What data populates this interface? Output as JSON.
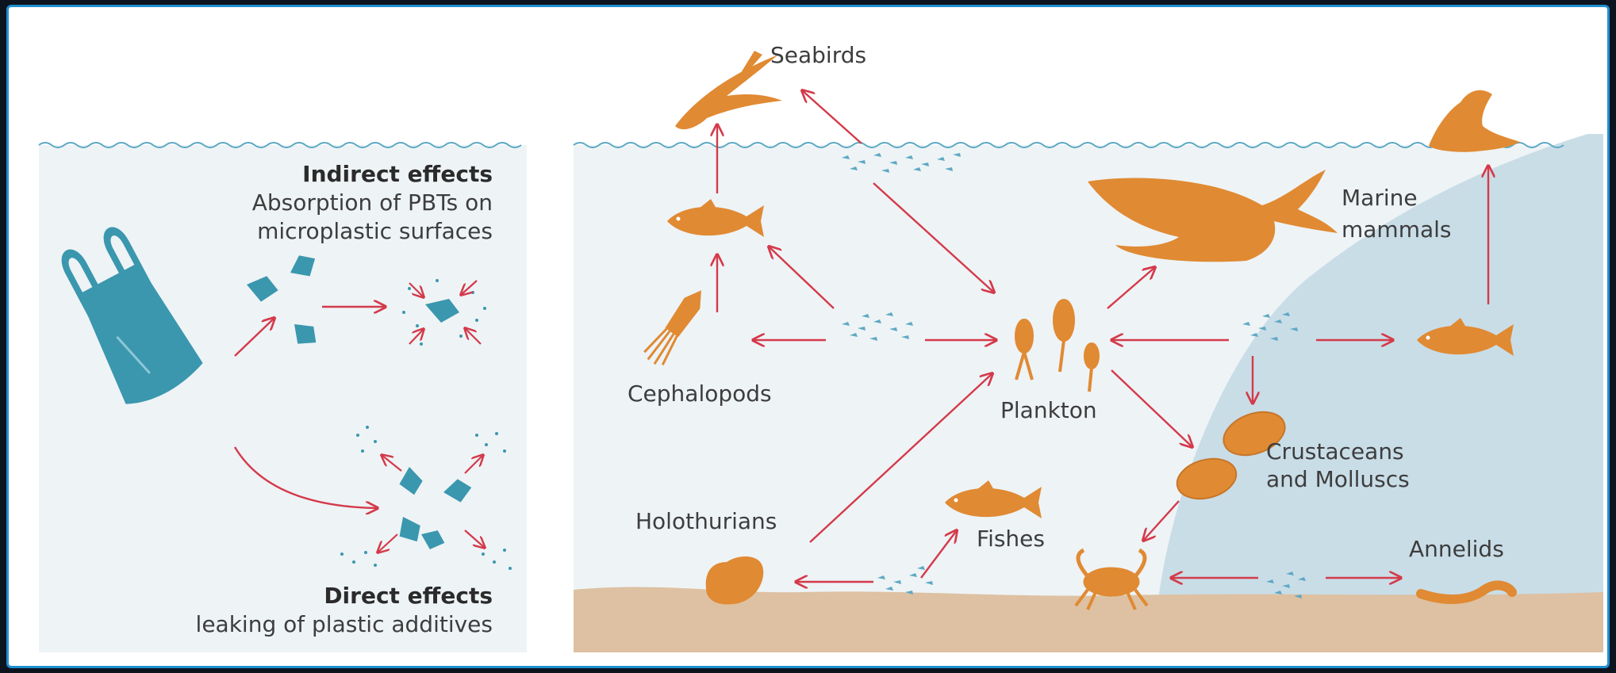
{
  "left_panel": {
    "indirect_title": "Indirect effects",
    "indirect_line1": "Absorption of PBTs on",
    "indirect_line2": "microplastic surfaces",
    "direct_title": "Direct effects",
    "direct_line1": "leaking of plastic additives"
  },
  "food_web": {
    "seabirds": "Seabirds",
    "cephalopods": "Cephalopods",
    "plankton": "Plankton",
    "marine_mammals_1": "Marine",
    "marine_mammals_2": "mammals",
    "crustaceans_1": "Crustaceans",
    "crustaceans_2": "and Molluscs",
    "holothurians": "Holothurians",
    "fishes": "Fishes",
    "annelids": "Annelids"
  },
  "colors": {
    "water": "#eef3f6",
    "deep_water": "#c9dde7",
    "seabed": "#ddc1a2",
    "organism": "#e08a33",
    "plastic": "#3a97ae",
    "arrow": "#d43a4a",
    "border": "#1f8fd0"
  },
  "icons": [
    "plastic-bag-icon",
    "plastic-fragment-icon",
    "microplastic-particles-icon",
    "seabird-icon",
    "fish-icon",
    "squid-icon",
    "whale-icon",
    "sea-lion-icon",
    "plankton-icon",
    "mussel-icon",
    "crab-icon",
    "sea-cucumber-icon",
    "worm-icon"
  ]
}
